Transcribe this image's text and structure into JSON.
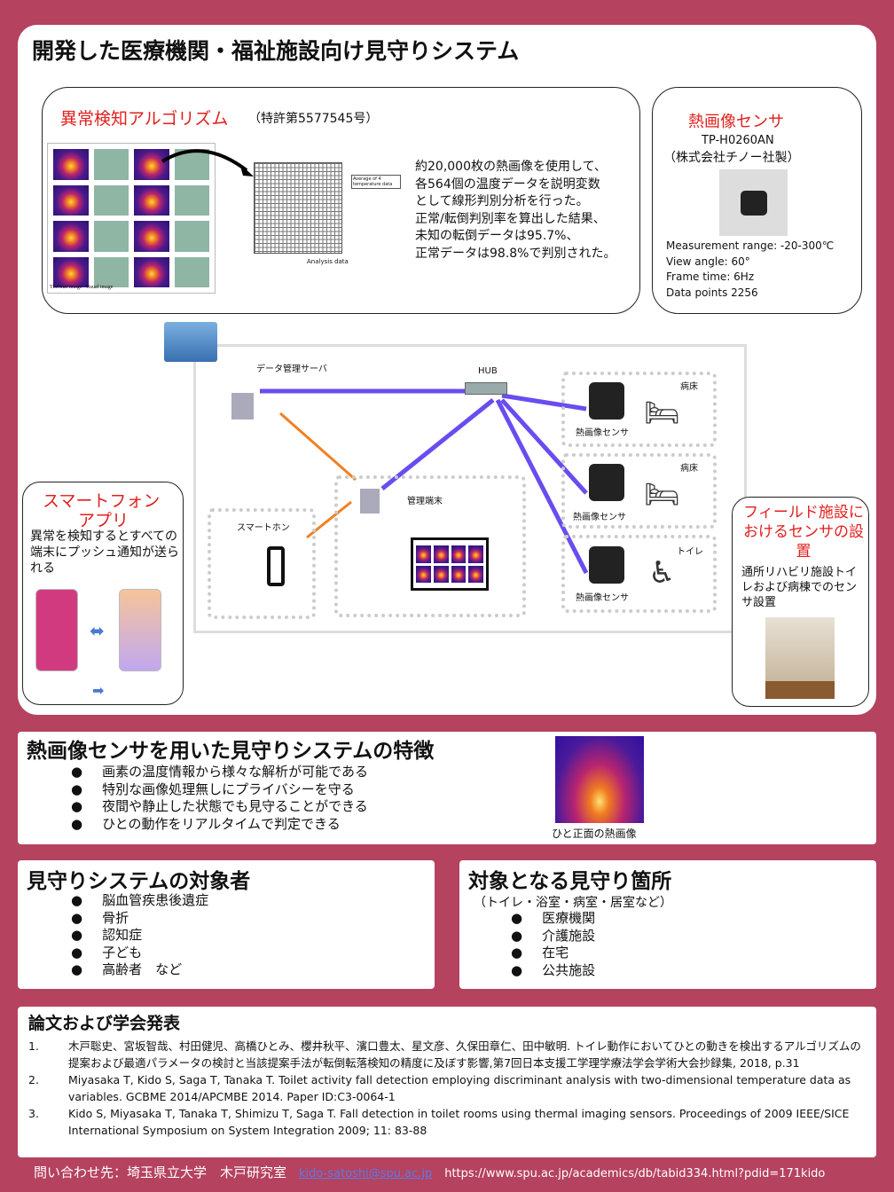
{
  "top": {
    "title": "開発した医療機関・福祉施設向け見守りシステム"
  },
  "algorithm": {
    "title": "異常検知アルゴリズム",
    "patent": "（特許第5577545号）",
    "caption_thermal": "Thermal image",
    "caption_visual": "Visual image",
    "grid_label": "Analysis data",
    "avg_label": "Average of 4 temperature data",
    "desc": [
      "約20,000枚の熱画像を使用して、",
      "各564個の温度データを説明変数",
      "として線形判別分析を行った。",
      "正常/転倒判別率を算出した結果、",
      "未知の転倒データは95.7%、",
      "正常データは98.8%で判別された。"
    ]
  },
  "sensor": {
    "title": "熱画像センサ",
    "model": "TP-H0260AN",
    "maker": "（株式会社チノー社製）",
    "specs": [
      "Measurement range: -20-300℃",
      "View angle: 60°",
      "Frame time: 6Hz",
      "Data points 2256"
    ]
  },
  "diagram": {
    "server": "データ管理サーバ",
    "hub": "HUB",
    "terminal": "管理端末",
    "smartphone": "スマートホン",
    "sensor_label": "熱画像センサ",
    "room_bed": "病床",
    "room_toilet": "トイレ"
  },
  "app": {
    "title1": "スマートフォン",
    "title2": "アプリ",
    "desc": "異常を検知するとすべての端末にプッシュ通知が送られる"
  },
  "field": {
    "title": "フィールド施設におけるセンサの設置",
    "desc": "通所リハビリ施設トイレおよび病棟でのセンサ設置"
  },
  "features": {
    "title": "熱画像センサを用いた見守りシステムの特徴",
    "items": [
      "画素の温度情報から様々な解析が可能である",
      "特別な画像処理無しにプライバシーを守る",
      "夜間や静止した状態でも見守ることができる",
      "ひとの動作をリアルタイムで判定できる"
    ],
    "image_caption": "ひと正面の熱画像"
  },
  "targets": {
    "title": "見守りシステムの対象者",
    "items": [
      "脳血管疾患後遺症",
      "骨折",
      "認知症",
      "子ども",
      "高齢者　など"
    ]
  },
  "places": {
    "title": "対象となる見守り箇所",
    "sub": "（トイレ・浴室・病室・居室など）",
    "items": [
      "医療機関",
      "介護施設",
      "在宅",
      "公共施設"
    ]
  },
  "refs": {
    "title": "論文および学会発表",
    "items": [
      {
        "n": "1.",
        "text": "木戸聡史、宮坂智哉、村田健児、高橋ひとみ、櫻井秋平、濱口豊太、星文彦、久保田章仁、田中敏明. トイレ動作においてひとの動きを検出するアルゴリズムの提案および最適パラメータの検討と当該提案手法が転倒転落検知の精度に及ぼす影響,第7回日本支援工学理学療法学会学術大会抄録集, 2018, p.31"
      },
      {
        "n": "2.",
        "text": "Miyasaka T, Kido S, Saga T, Tanaka T. Toilet activity fall detection employing discriminant analysis with two-dimensional temperature data as variables. GCBME 2014/APCMBE 2014. Paper ID:C3-0064-1"
      },
      {
        "n": "3.",
        "text": "Kido S, Miyasaka T, Tanaka T, Shimizu T, Saga T.  Fall detection in toilet rooms using thermal imaging sensors. Proceedings of 2009 IEEE/SICE International Symposium on System Integration 2009; 11: 83-88"
      }
    ]
  },
  "footer": {
    "contact": "問い合わせ先：埼玉県立大学　木戸研究室",
    "email": "kido-satoshi@spu.ac.jp",
    "url": "https://www.spu.ac.jp/academics/db/tabid334.html?pdid=171kido"
  }
}
